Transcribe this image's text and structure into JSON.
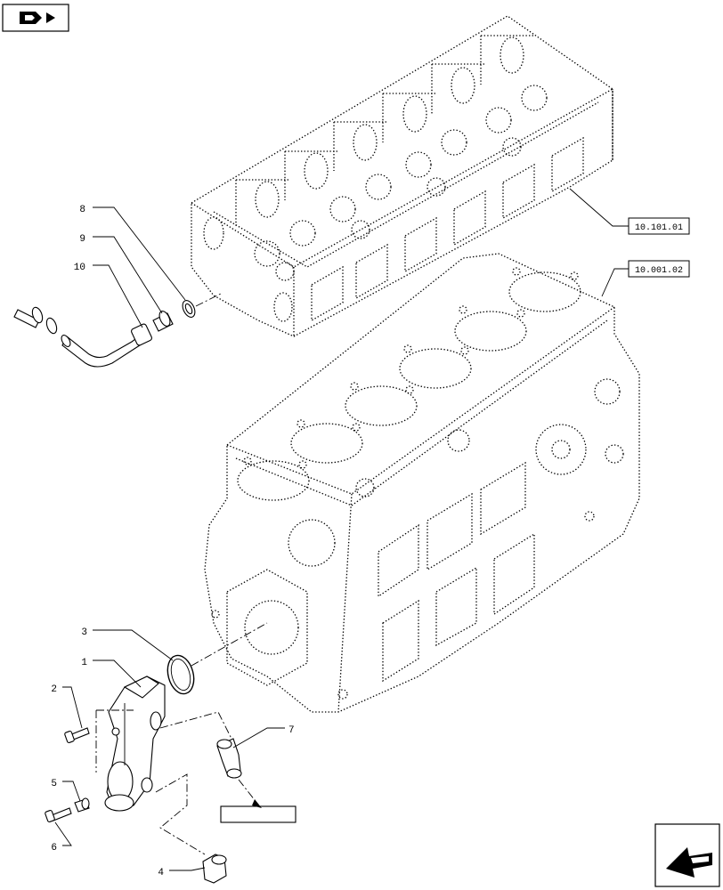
{
  "references": {
    "cylinder_head": "10.101.01",
    "engine_block": "10.001.02",
    "blank_box": ""
  },
  "callouts": [
    {
      "id": "c1",
      "number": "1"
    },
    {
      "id": "c2",
      "number": "2"
    },
    {
      "id": "c3",
      "number": "3"
    },
    {
      "id": "c4",
      "number": "4"
    },
    {
      "id": "c5",
      "number": "5"
    },
    {
      "id": "c6",
      "number": "6"
    },
    {
      "id": "c7",
      "number": "7"
    },
    {
      "id": "c8",
      "number": "8"
    },
    {
      "id": "c9",
      "number": "9"
    },
    {
      "id": "c10",
      "number": "10"
    }
  ],
  "icons": {
    "top_left": "vehicle-nav-icon",
    "bottom_right": "next-page-arrow-icon"
  }
}
